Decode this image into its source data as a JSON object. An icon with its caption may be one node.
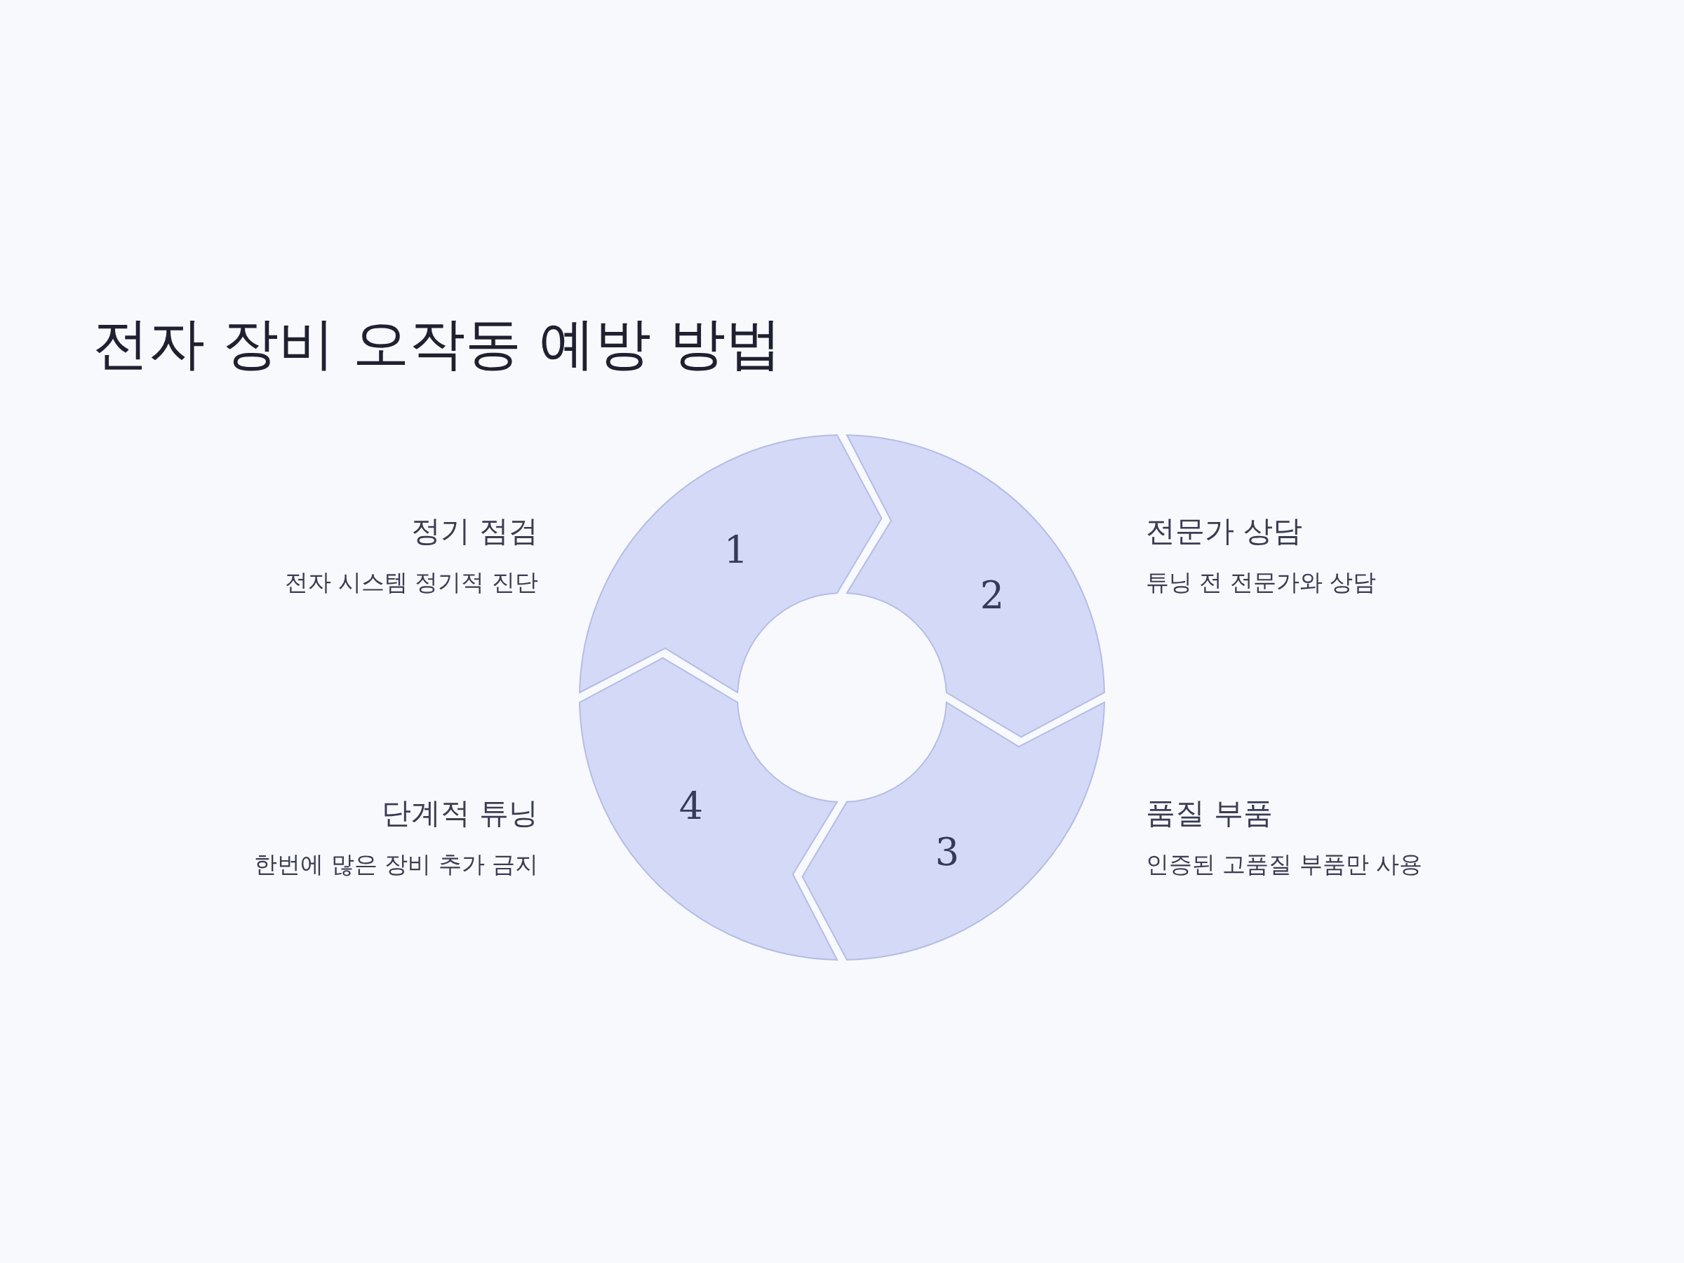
{
  "diagram": {
    "title": "전자 장비 오작동 예방 방법",
    "nodes": [
      {
        "text": [
          "1"
        ],
        "beside": [
          "정기 점검",
          "전자 시스템 정기적 진단"
        ]
      },
      {
        "text": [
          "2"
        ],
        "beside": [
          "전문가 상담",
          "튜닝 전 전문가와 상담"
        ]
      },
      {
        "text": [
          "3"
        ],
        "beside": [
          "품질 부품",
          "인증된 고품질 부품만 사용"
        ]
      },
      {
        "text": [
          "4"
        ],
        "beside": [
          "단계적 튜닝",
          "한번에 많은 장비 추가 금지"
        ]
      }
    ]
  }
}
